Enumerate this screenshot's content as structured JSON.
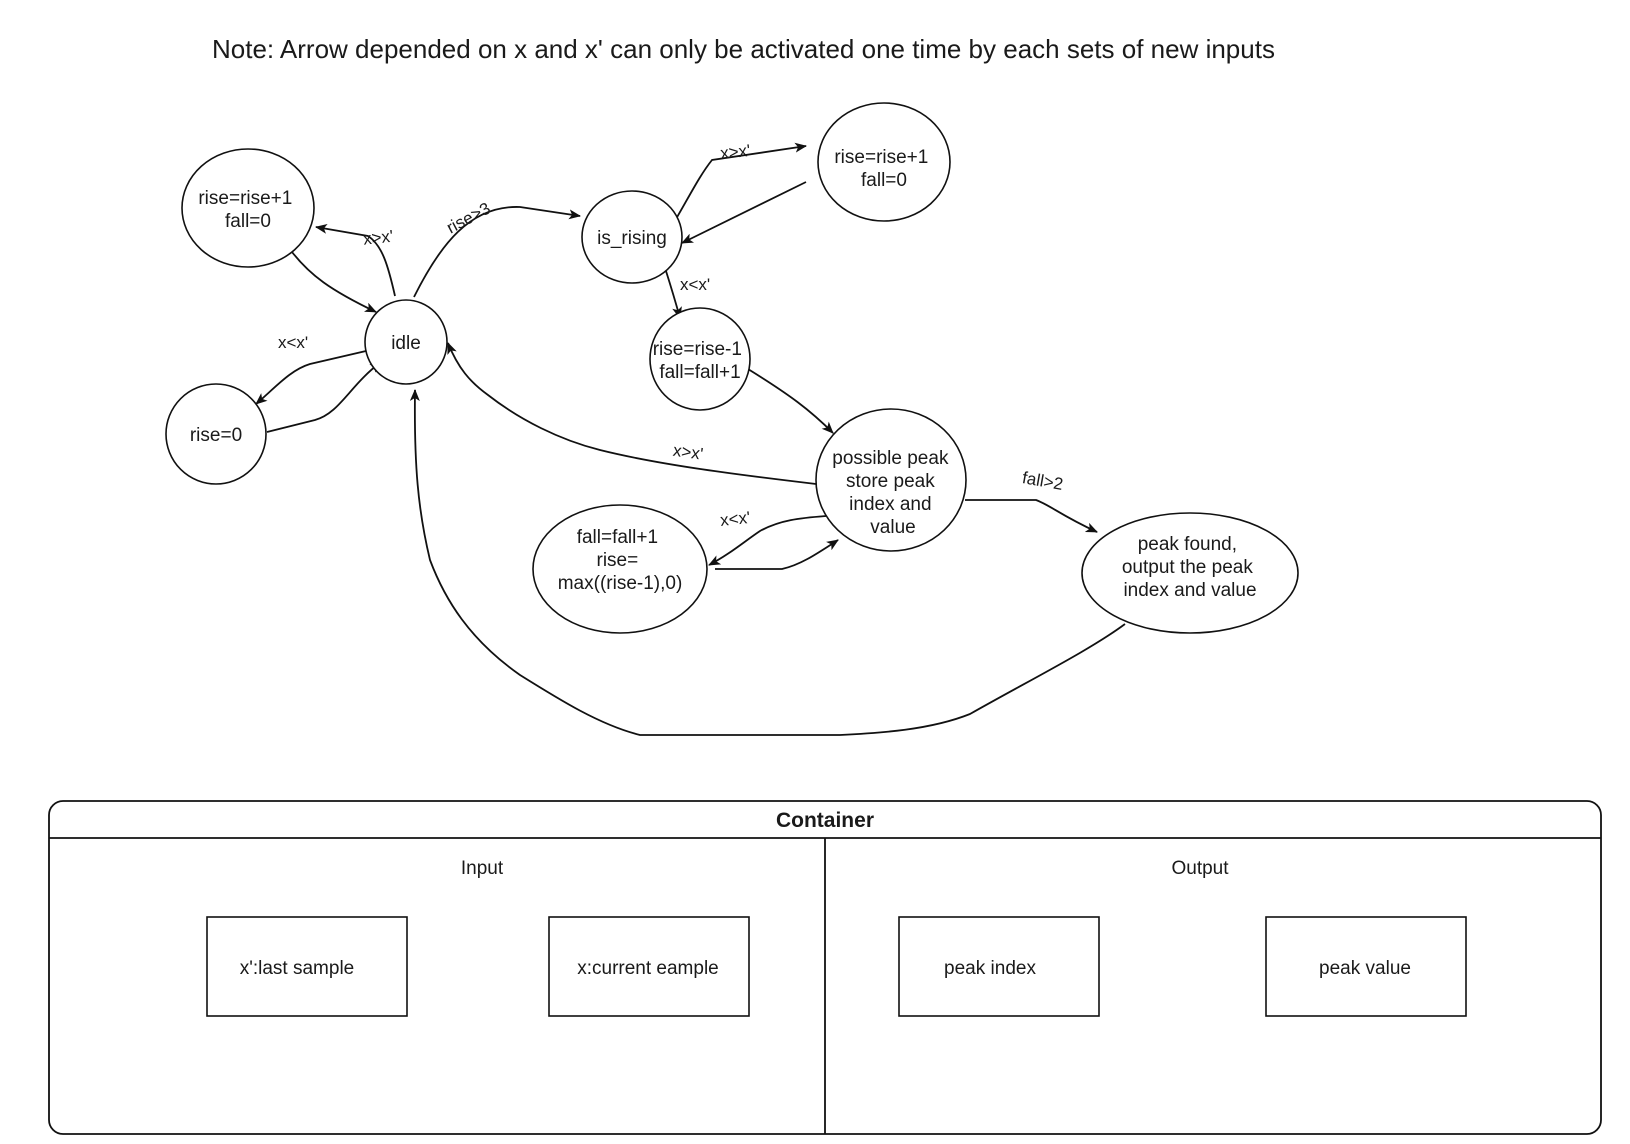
{
  "note": "Note: Arrow depended on x and x' can only be activated one time  by each sets of new inputs",
  "states": {
    "rise_inc_left": [
      "rise=rise+1",
      "fall=0"
    ],
    "idle": [
      "idle"
    ],
    "rise_zero": [
      "rise=0"
    ],
    "is_rising": [
      "is_rising"
    ],
    "rise_inc_right": [
      "rise=rise+1",
      "fall=0"
    ],
    "rise_dec": [
      "rise=rise-1",
      "fall=fall+1"
    ],
    "possible_peak": [
      "possible peak",
      "store peak",
      "index and",
      "value"
    ],
    "fall_inc": [
      "fall=fall+1",
      "rise=",
      "max((rise-1),0)"
    ],
    "peak_found": [
      "peak found,",
      "output the peak",
      "index and value"
    ]
  },
  "edge_labels": {
    "idle_to_rise_inc": "x>x'",
    "idle_to_is_rising": "rise>3",
    "idle_to_rise_zero": "x<x'",
    "is_rising_to_rise_inc": "x>x'",
    "is_rising_to_rise_dec": "x<x'",
    "peak_to_idle": "x>x'",
    "peak_to_fall_inc": "x<x'",
    "peak_to_found": "fall>2"
  },
  "container": {
    "title": "Container",
    "input_title": "Input",
    "output_title": "Output",
    "input_items": [
      "x':last sample",
      "x:current eample"
    ],
    "output_items": [
      "peak index",
      "peak value"
    ]
  }
}
